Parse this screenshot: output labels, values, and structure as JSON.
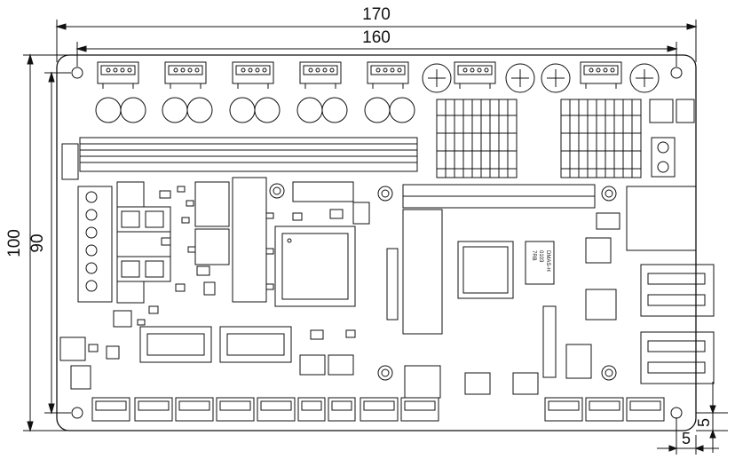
{
  "dimensions": {
    "width_outer": "170",
    "width_holes": "160",
    "height_outer": "100",
    "height_holes": "90",
    "offset_bottom": "5",
    "offset_right": "5"
  },
  "chip_marks": {
    "module_label_1": "7RB",
    "module_label_2": "0103",
    "module_label_3": "DMAS-H"
  },
  "colors": {
    "line": "#111111",
    "paper": "#ffffff"
  }
}
